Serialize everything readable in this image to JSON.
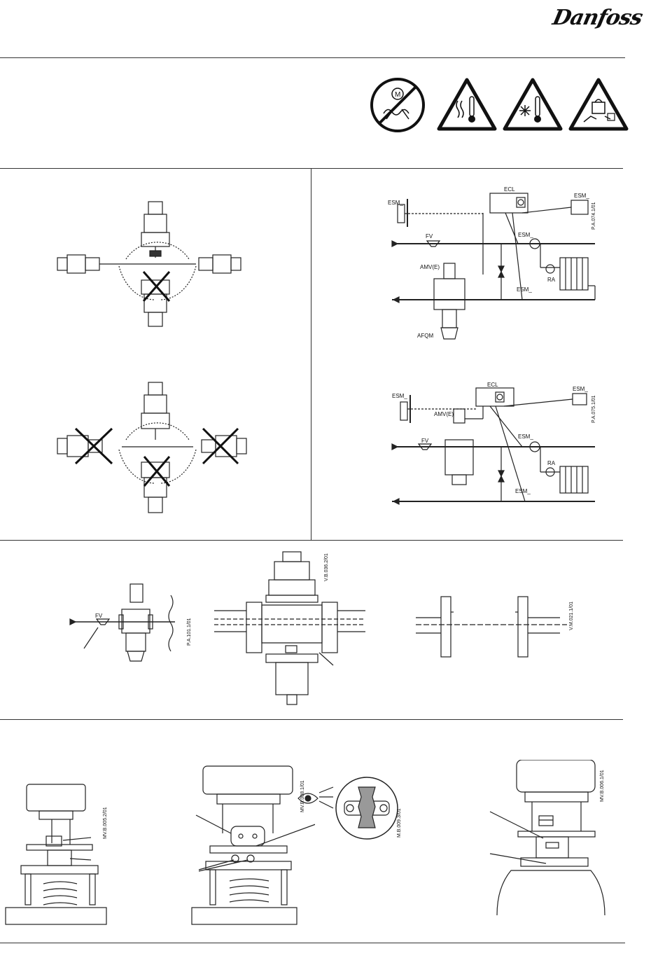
{
  "brand": {
    "name": "Danfoss"
  },
  "safety_icons": [
    {
      "icon": "no-handling-by-motor-icon"
    },
    {
      "icon": "hot-temperature-warning-icon"
    },
    {
      "icon": "frost-temperature-warning-icon"
    },
    {
      "icon": "heavy-load-warning-icon"
    }
  ],
  "mounting_diagrams": {
    "scheme_1": {
      "code": "P.A.074.1/01",
      "labels": {
        "ecl": "ECL",
        "esm_top_left": "ESM_",
        "esm_top_right": "ESM_",
        "esm_supply": "ESM_",
        "esm_return": "ESM_",
        "fv": "FV",
        "amv": "AMV(E)",
        "ra": "RA",
        "afqm": "AFQM"
      }
    },
    "scheme_2": {
      "code": "P.A.075.1/01",
      "labels": {
        "ecl": "ECL",
        "esm_top_left": "ESM_",
        "esm_top_right": "ESM_",
        "esm_supply": "ESM_",
        "esm_return": "ESM_",
        "fv": "FV",
        "amv": "AMV(E)",
        "ra": "RA"
      }
    }
  },
  "installation_row": {
    "filter_label": "FV",
    "code_filter": "P.A.101.1/01",
    "code_valve": "V.B.036.2/01",
    "code_flange": "V.M.021.1/01"
  },
  "adjustment_row": {
    "code_left": "MV.B.005.2/01",
    "code_middle": "MV.B.008.1/01",
    "code_detail": "M.B.009.3/01",
    "code_right": "MV.B.006.1/01"
  }
}
